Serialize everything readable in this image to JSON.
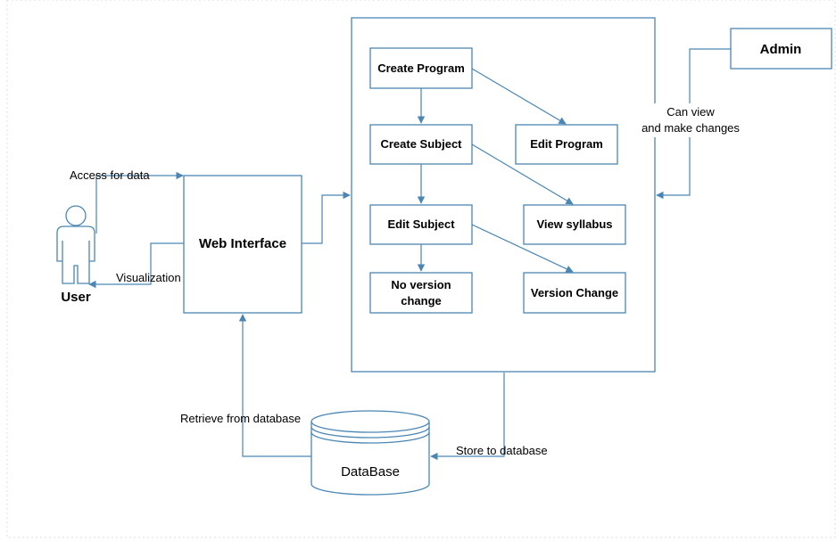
{
  "colors": {
    "line": "#4a86b4",
    "box_fill": "#ffffff",
    "text": "#000000"
  },
  "actors": {
    "user": "User"
  },
  "nodes": {
    "web_interface": "Web Interface",
    "admin": "Admin",
    "database": "DataBase",
    "create_program": "Create Program",
    "edit_program": "Edit Program",
    "create_subject": "Create Subject",
    "view_syllabus": "View syllabus",
    "edit_subject": "Edit Subject",
    "version_change": "Version Change",
    "no_version_line1": "No version",
    "no_version_line2": "change"
  },
  "edge_labels": {
    "access": "Access for data",
    "visualization": "Visualization",
    "can_view_line1": "Can view",
    "can_view_line2": "and make changes",
    "retrieve": "Retrieve from database",
    "store": "Store to database"
  },
  "icons": {
    "user": "person-icon",
    "database": "database-cylinder-icon"
  }
}
